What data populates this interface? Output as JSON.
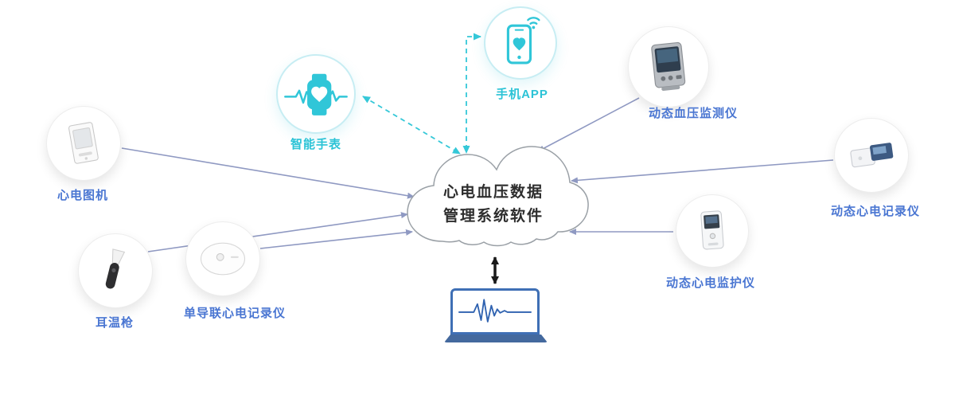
{
  "colors": {
    "teal": "#2fc5d6",
    "teal_circle_border": "#c7edf3",
    "cyan_label": "#2bc3d6",
    "blue_label": "#4a76d2",
    "arrow_grey_blue": "#8f99c2",
    "cloud_border": "#9aa0a6",
    "laptop_blue": "#3f6fb5",
    "black_arrow": "#1a1a1a"
  },
  "cloud": {
    "line1": "心电血压数据",
    "line2": "管理系统软件"
  },
  "nodes": {
    "smartwatch": {
      "label": "智能手表"
    },
    "phone_app": {
      "label": "手机APP"
    },
    "ecg_machine": {
      "label": "心电图机"
    },
    "ear_thermometer": {
      "label": "耳温枪"
    },
    "ecg_patch": {
      "label": "单导联心电记录仪"
    },
    "bp_monitor": {
      "label": "动态血压监测仪"
    },
    "holter_recorder": {
      "label": "动态心电记录仪"
    },
    "ecg_monitor": {
      "label": "动态心电监护仪"
    }
  },
  "icons": {
    "smartwatch": "smartwatch-heart-ecg-icon",
    "phone": "smartphone-heart-wifi-icon",
    "cloud": "cloud-shape",
    "laptop": "laptop-ecg-icon"
  }
}
